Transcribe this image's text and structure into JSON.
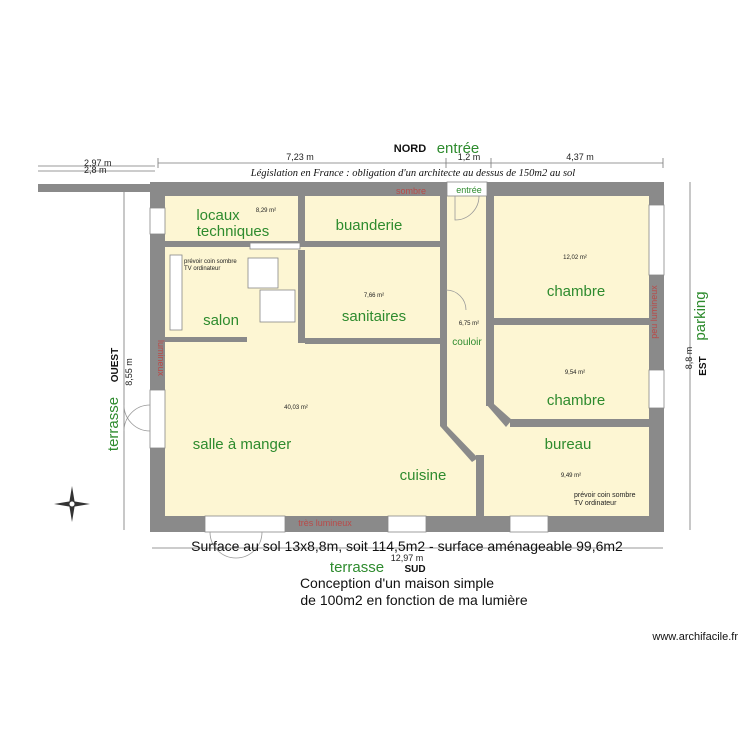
{
  "plan": {
    "top_label_nord": "NORD",
    "top_label_entree": "entrée",
    "dims": {
      "top_left_a": "2,97 m",
      "top_left_b": "2,8 m",
      "top_w1": "7,23 m",
      "top_w2": "1,2 m",
      "top_w3": "4,37 m",
      "left_h": "8,55 m",
      "right_h": "8,8 m",
      "bottom_w": "12,97 m"
    },
    "legislation": "Législation en France : obligation d'un architecte au dessus de 150m2  au sol",
    "light_labels": {
      "sombre": "sombre",
      "entree_small": "entrée",
      "lumineux_left": "lumineux",
      "peu_lumineux": "peu lumineux",
      "tres_lumineux": "très lumineux"
    },
    "rooms": {
      "locaux": "locaux\ntechniques",
      "locaux_line1": "locaux",
      "locaux_line2": "techniques",
      "locaux_area": "8,29 m²",
      "buanderie": "buanderie",
      "sanitaires": "sanitaires",
      "sanitaires_area": "7,66 m²",
      "salon": "salon",
      "salon_note1": "prévoir coin sombre",
      "salon_note2": "TV ordinateur",
      "couloir": "couloir",
      "couloir_area": "6,75 m²",
      "chambre1": "chambre",
      "chambre1_area": "12,02 m²",
      "chambre2": "chambre",
      "chambre2_area": "9,54 m²",
      "bureau": "bureau",
      "bureau_area": "9,49 m²",
      "bureau_note1": "prévoir coin sombre",
      "bureau_note2": "TV ordinateur",
      "salle": "salle à manger",
      "salle_area": "40,03 m²",
      "cuisine": "cuisine"
    },
    "sides": {
      "ouest": "OUEST",
      "est": "EST",
      "sud": "SUD",
      "terrasse_left": "terrasse",
      "terrasse_bottom": "terrasse",
      "parking": "parking"
    },
    "summary": "Surface au sol 13x8,8m, soit 114,5m2 - surface aménageable  99,6m2",
    "description_line1": "Conception d'un maison simple",
    "description_line2": "de 100m2 en fonction de ma lumière",
    "watermark": "www.archifacile.fr"
  },
  "colors": {
    "wall": "#8a8a8a",
    "room": "#fdf6d3",
    "green_label": "#2e8b2e",
    "light_label": "#b94a48"
  }
}
